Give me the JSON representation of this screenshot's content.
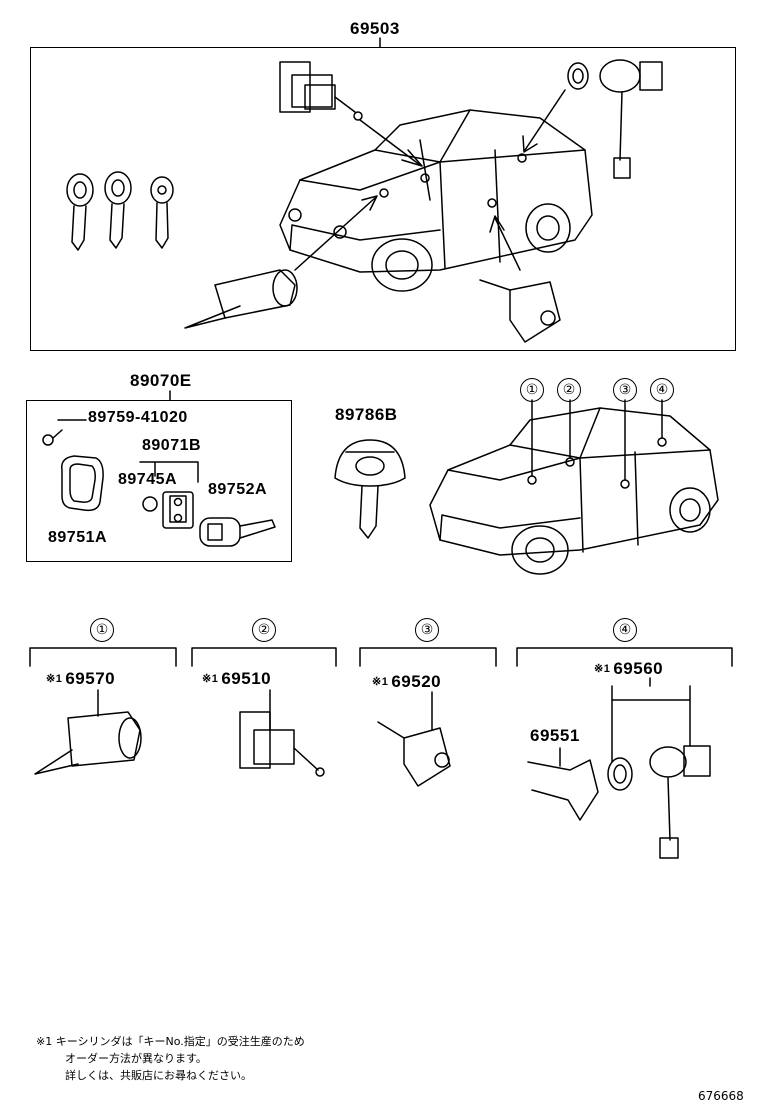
{
  "assembly": {
    "part_no": "69503"
  },
  "key_kit": {
    "part_no": "89070E",
    "parts": {
      "screw": "89759-41020",
      "case": "89751A",
      "transmitter": "89071B",
      "battery": "89745A",
      "key_blank": "89752A"
    }
  },
  "key": {
    "part_no": "89786B"
  },
  "locations": {
    "markers": [
      "①",
      "②",
      "③",
      "④"
    ]
  },
  "groups": [
    {
      "marker": "①",
      "mark": "※1",
      "part_no": "69570"
    },
    {
      "marker": "②",
      "mark": "※1",
      "part_no": "69510"
    },
    {
      "marker": "③",
      "mark": "※1",
      "part_no": "69520"
    },
    {
      "marker": "④",
      "mark": "※1",
      "part_no": "69560",
      "extra_part_no": "69551"
    }
  ],
  "footnote": {
    "mark": "※1",
    "lines": [
      "キーシリンダは「キーNo.指定」の受注生産のため",
      "オーダー方法が異なります。",
      "詳しくは、共販店にお尋ねください。"
    ]
  },
  "drawing_no": "676668"
}
